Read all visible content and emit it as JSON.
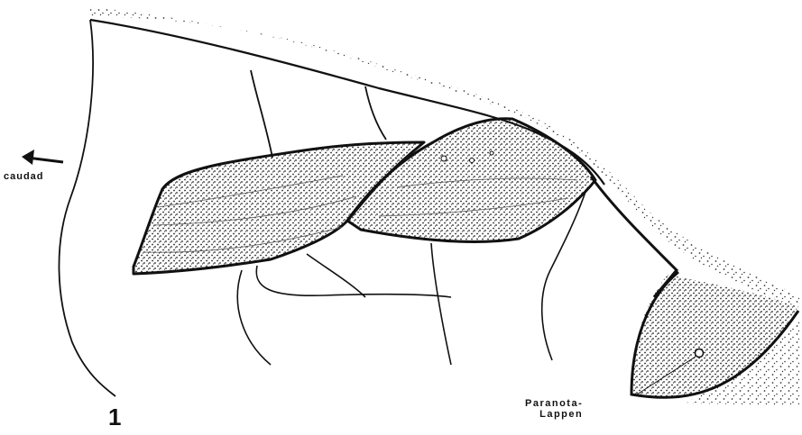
{
  "labels": {
    "direction": "caudad",
    "figure_number": "1",
    "structure_line1": "Paranota-",
    "structure_line2": "Lappen"
  }
}
